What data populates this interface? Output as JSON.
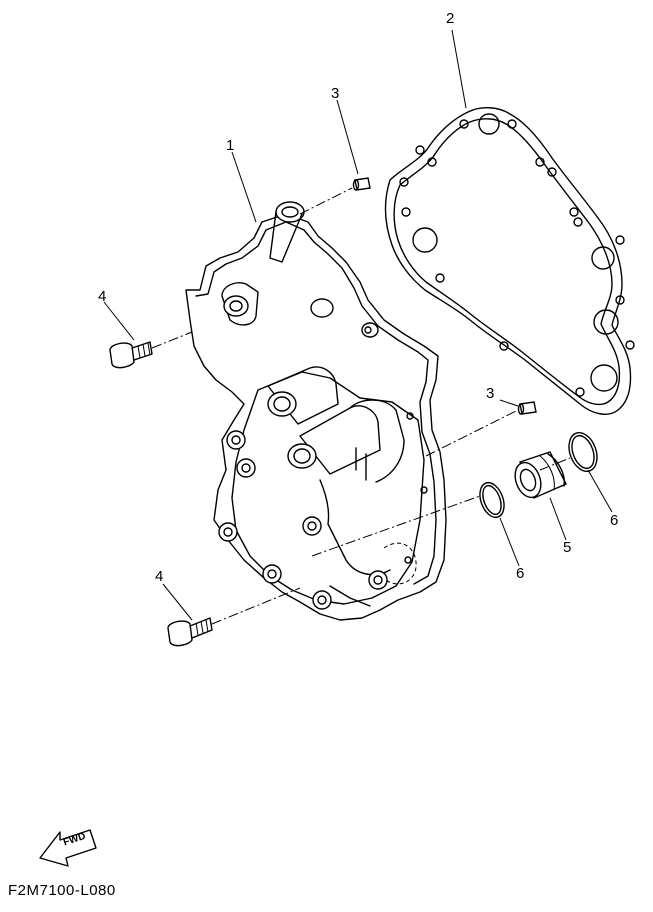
{
  "callouts": {
    "c1": "1",
    "c2": "2",
    "c3a": "3",
    "c3b": "3",
    "c4a": "4",
    "c4b": "4",
    "c5": "5",
    "c6a": "6",
    "c6b": "6"
  },
  "fwd_label": "FWD",
  "doc_code": "F2M7100-L080"
}
